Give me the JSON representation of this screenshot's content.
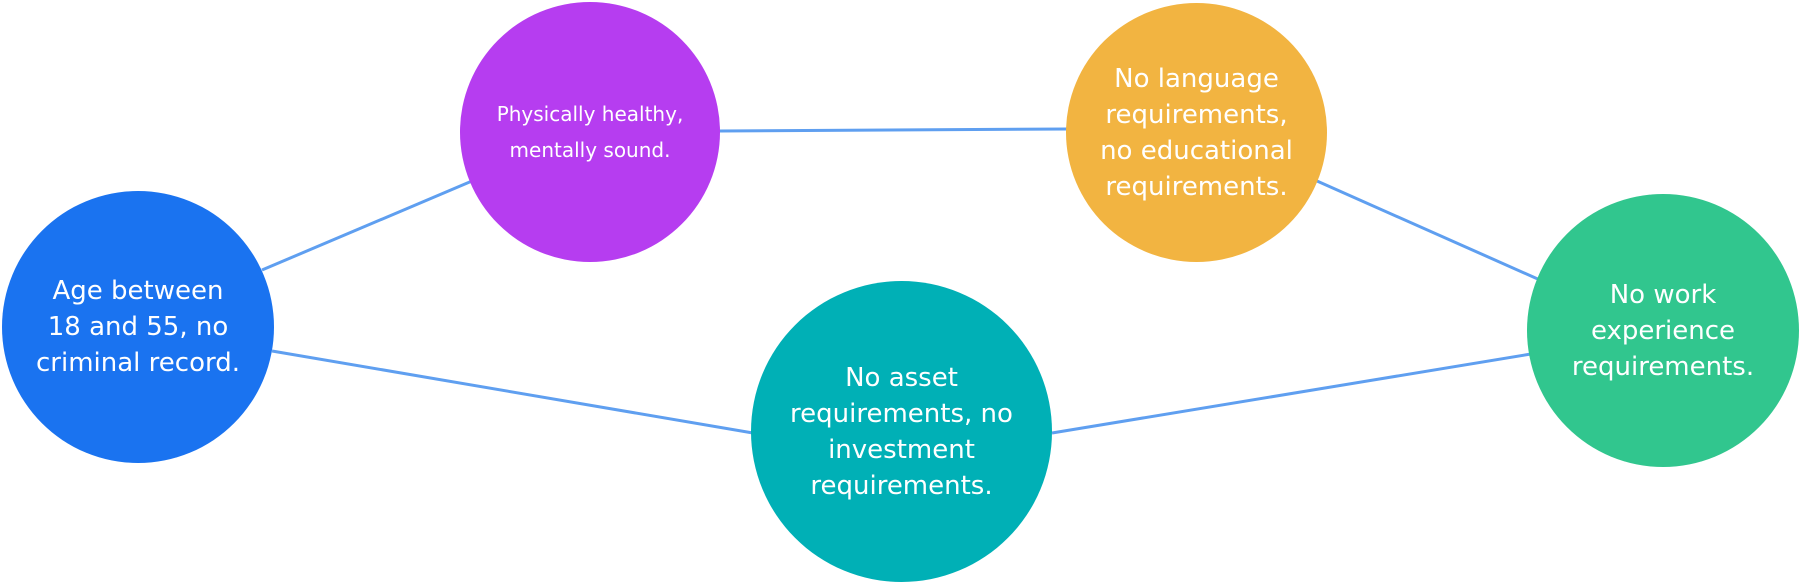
{
  "nodes": [
    {
      "id": "age",
      "label": "Age between 18 and 55, no criminal record.",
      "color": "#1a73f0"
    },
    {
      "id": "health",
      "label": "Physically healthy, mentally sound.",
      "color": "#b63df0"
    },
    {
      "id": "language",
      "label": "No language requirements, no educational requirements.",
      "color": "#f2b441"
    },
    {
      "id": "asset",
      "label": "No asset requirements, no investment requirements.",
      "color": "#00b0b6"
    },
    {
      "id": "work",
      "label": "No work experience requirements.",
      "color": "#31c68e"
    }
  ],
  "edges": [
    [
      "age",
      "health"
    ],
    [
      "health",
      "language"
    ],
    [
      "language",
      "work"
    ],
    [
      "age",
      "asset"
    ],
    [
      "asset",
      "work"
    ]
  ],
  "link_color": "#5f9ff0"
}
